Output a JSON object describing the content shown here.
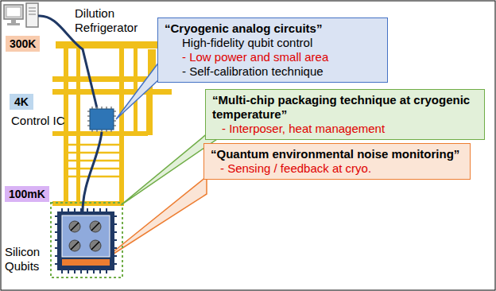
{
  "diagram": {
    "nodes": [
      {
        "text": [
          "300K"
        ]
      },
      {
        "text": [
          "4K"
        ]
      },
      {
        "text": [
          "100mK"
        ]
      },
      {
        "text": [
          "“Cryogenic analog circuits”",
          "High-fidelity qubit control",
          "- Low power and small area",
          "- Self-calibration technique"
        ]
      },
      {
        "text": [
          "“Multi-chip packaging technique at cryogenic temperature”",
          "- Interposer, heat management"
        ]
      },
      {
        "text": [
          "“Quantum environmental noise monitoring”",
          "- Sensing / feedback at cryo."
        ]
      }
    ],
    "labels": [
      "Dilution Refrigerator",
      "Control IC",
      "Silicon Qubits"
    ]
  }
}
